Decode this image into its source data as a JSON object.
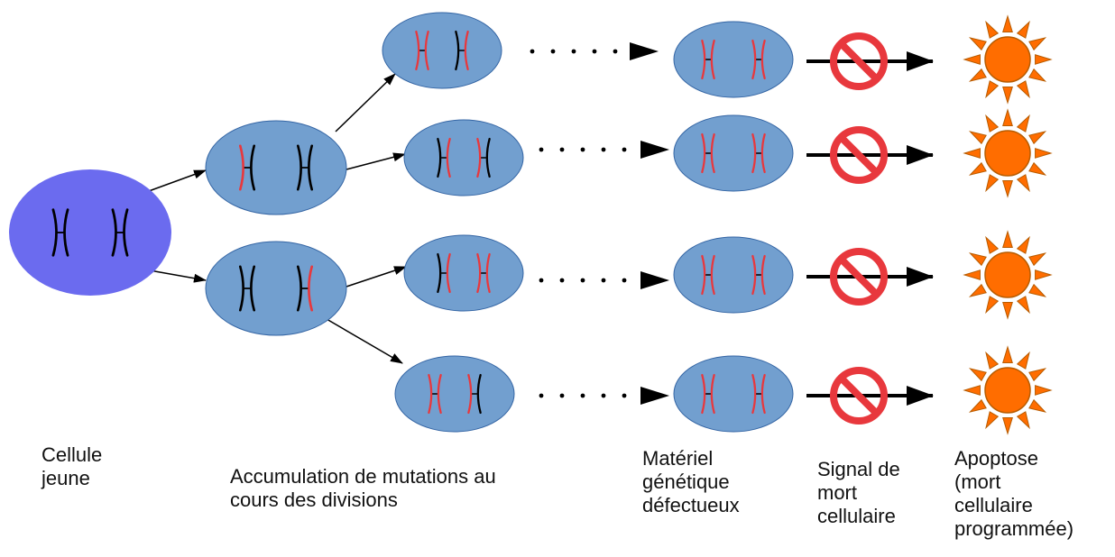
{
  "labels": {
    "young_cell": [
      "Cellule",
      "jeune"
    ],
    "accumulation": [
      "Accumulation de mutations au",
      "cours des divisions"
    ],
    "defective": [
      "Matériel",
      "génétique",
      "défectueux"
    ],
    "death_signal": [
      "Signal de",
      "mort",
      "cellulaire"
    ],
    "apoptosis": [
      "Apoptose",
      "(mort",
      "cellulaire",
      "programmée)"
    ]
  },
  "colors": {
    "young_cell_fill": "#6b6bef",
    "cell_fill": "#729fcf",
    "cell_stroke": "#3465a4",
    "chromosome_normal": "#000000",
    "chromosome_mutated": "#e8383d",
    "prohibited_sign": "#e8383d",
    "sun_fill": "#ff6d00",
    "sun_stroke": "#b85c00"
  },
  "icons": [
    "chromosome-icon",
    "prohibited-icon",
    "sun-icon",
    "arrow-icon"
  ],
  "stages": {
    "young_cell": {
      "chromosomes": [
        "normal",
        "normal"
      ]
    },
    "first_division": [
      {
        "chromosomes": [
          "half-mutated-left",
          "normal"
        ]
      },
      {
        "chromosomes": [
          "normal",
          "half-mutated-right"
        ]
      }
    ],
    "second_division": [
      {
        "chromosomes": [
          "mutated",
          "half-mutated-right"
        ]
      },
      {
        "chromosomes": [
          "half-mutated-right",
          "half-mutated-left"
        ]
      },
      {
        "chromosomes": [
          "half-mutated-right",
          "mutated"
        ]
      },
      {
        "chromosomes": [
          "mutated",
          "half-mutated-left"
        ]
      }
    ],
    "defective_cells": [
      {
        "chromosomes": [
          "mutated",
          "mutated"
        ]
      },
      {
        "chromosomes": [
          "mutated",
          "mutated"
        ]
      },
      {
        "chromosomes": [
          "mutated",
          "mutated"
        ]
      },
      {
        "chromosomes": [
          "mutated",
          "mutated"
        ]
      }
    ]
  }
}
